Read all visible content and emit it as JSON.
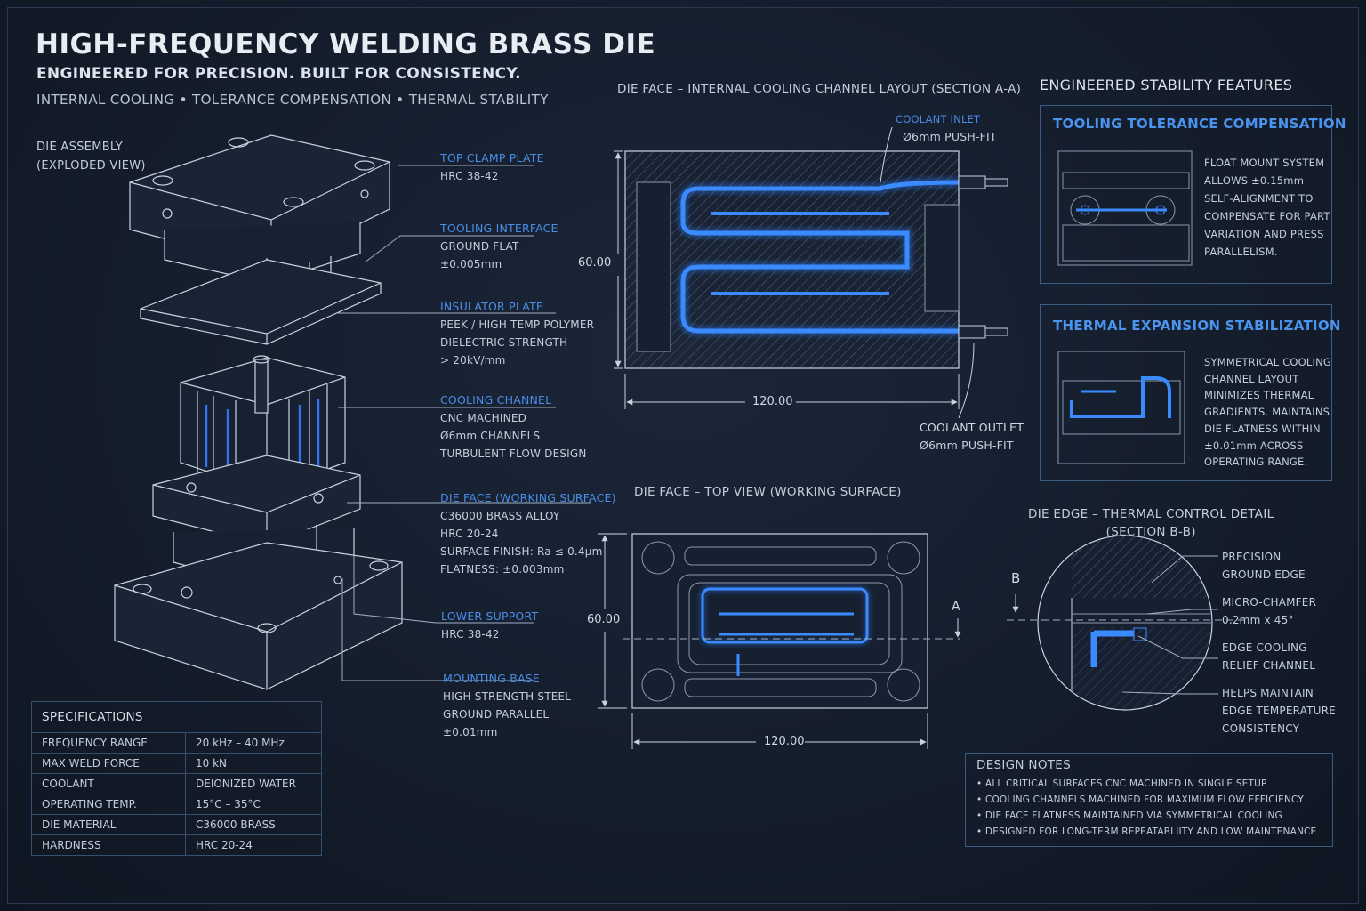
{
  "header": {
    "title": "HIGH-FREQUENCY WELDING BRASS DIE",
    "subtitle": "ENGINEERED FOR PRECISION. BUILT FOR CONSISTENCY.",
    "tagline": "INTERNAL COOLING • TOLERANCE COMPENSATION • THERMAL STABILITY"
  },
  "assembly": {
    "label_line1": "DIE ASSEMBLY",
    "label_line2": "(EXPLODED VIEW)",
    "callouts": [
      {
        "title": "TOP CLAMP PLATE",
        "lines": [
          "HRC 38-42"
        ]
      },
      {
        "title": "TOOLING INTERFACE",
        "lines": [
          "GROUND FLAT",
          "±0.005mm"
        ]
      },
      {
        "title": "INSULATOR PLATE",
        "lines": [
          "PEEK / HIGH TEMP POLYMER",
          "DIELECTRIC STRENGTH",
          "> 20kV/mm"
        ]
      },
      {
        "title": "COOLING CHANNEL",
        "lines": [
          "CNC MACHINED",
          "Ø6mm CHANNELS",
          "TURBULENT FLOW DESIGN"
        ]
      },
      {
        "title": "DIE FACE (WORKING SURFACE)",
        "lines": [
          "C36000 BRASS ALLOY",
          "HRC 20-24",
          "SURFACE FINISH: Ra ≤ 0.4μm",
          "FLATNESS: ±0.003mm"
        ]
      },
      {
        "title": "LOWER SUPPORT",
        "lines": [
          "HRC 38-42"
        ]
      },
      {
        "title": "MOUNTING BASE",
        "lines": [
          "HIGH STRENGTH STEEL",
          "GROUND PARALLEL",
          "±0.01mm"
        ]
      }
    ]
  },
  "specifications": {
    "title": "SPECIFICATIONS",
    "rows": [
      {
        "k": "FREQUENCY RANGE",
        "v": "20 kHz – 40 MHz"
      },
      {
        "k": "MAX WELD FORCE",
        "v": "10 kN"
      },
      {
        "k": "COOLANT",
        "v": "DEIONIZED WATER"
      },
      {
        "k": "OPERATING TEMP.",
        "v": "15°C – 35°C"
      },
      {
        "k": "DIE MATERIAL",
        "v": "C36000 BRASS"
      },
      {
        "k": "HARDNESS",
        "v": "HRC 20-24"
      }
    ]
  },
  "section_aa": {
    "title": "DIE FACE – INTERNAL COOLING CHANNEL LAYOUT (SECTION A-A)",
    "inlet_title": "COOLANT INLET",
    "inlet_spec": "Ø6mm PUSH-FIT",
    "outlet_title": "COOLANT OUTLET",
    "outlet_spec": "Ø6mm PUSH-FIT",
    "dim_height": "60.00",
    "dim_width": "120.00"
  },
  "top_view": {
    "title": "DIE FACE – TOP VIEW (WORKING SURFACE)",
    "dim_height": "60.00",
    "dim_width": "120.00",
    "section_marker": "A"
  },
  "features": {
    "heading": "ENGINEERED STABILITY FEATURES",
    "tolerance": {
      "title": "TOOLING TOLERANCE COMPENSATION",
      "lines": [
        "FLOAT MOUNT SYSTEM",
        "ALLOWS ±0.15mm",
        "SELF-ALIGNMENT TO",
        "COMPENSATE FOR PART",
        "VARIATION AND PRESS",
        "PARALLELISM."
      ]
    },
    "thermal": {
      "title": "THERMAL EXPANSION STABILIZATION",
      "lines": [
        "SYMMETRICAL COOLING",
        "CHANNEL LAYOUT",
        "MINIMIZES THERMAL",
        "GRADIENTS. MAINTAINS",
        "DIE FLATNESS WITHIN",
        "±0.01mm ACROSS",
        "OPERATING RANGE."
      ]
    }
  },
  "edge_detail": {
    "title_line1": "DIE EDGE – THERMAL CONTROL DETAIL",
    "title_line2": "(SECTION B-B)",
    "marker": "B",
    "callouts": [
      {
        "lines": [
          "PRECISION",
          "GROUND EDGE"
        ]
      },
      {
        "lines": [
          "MICRO-CHAMFER",
          "0.2mm x 45°"
        ]
      },
      {
        "lines": [
          "EDGE COOLING",
          "RELIEF CHANNEL"
        ]
      },
      {
        "lines": [
          "HELPS MAINTAIN",
          "EDGE TEMPERATURE",
          "CONSISTENCY"
        ]
      }
    ]
  },
  "design_notes": {
    "title": "DESIGN NOTES",
    "items": [
      "• ALL CRITICAL SURFACES CNC MACHINED IN SINGLE SETUP",
      "• COOLING CHANNELS MACHINED FOR MAXIMUM FLOW EFFICIENCY",
      "• DIE FACE FLATNESS MAINTAINED VIA SYMMETRICAL COOLING",
      "• DESIGNED FOR LONG-TERM REPEATABLIITY AND LOW MAINTENANCE"
    ]
  },
  "colors": {
    "background": "#141d2c",
    "accent_blue": "#4a8de8",
    "line": "#c9d3e0",
    "coolant": "#2f7fff"
  }
}
